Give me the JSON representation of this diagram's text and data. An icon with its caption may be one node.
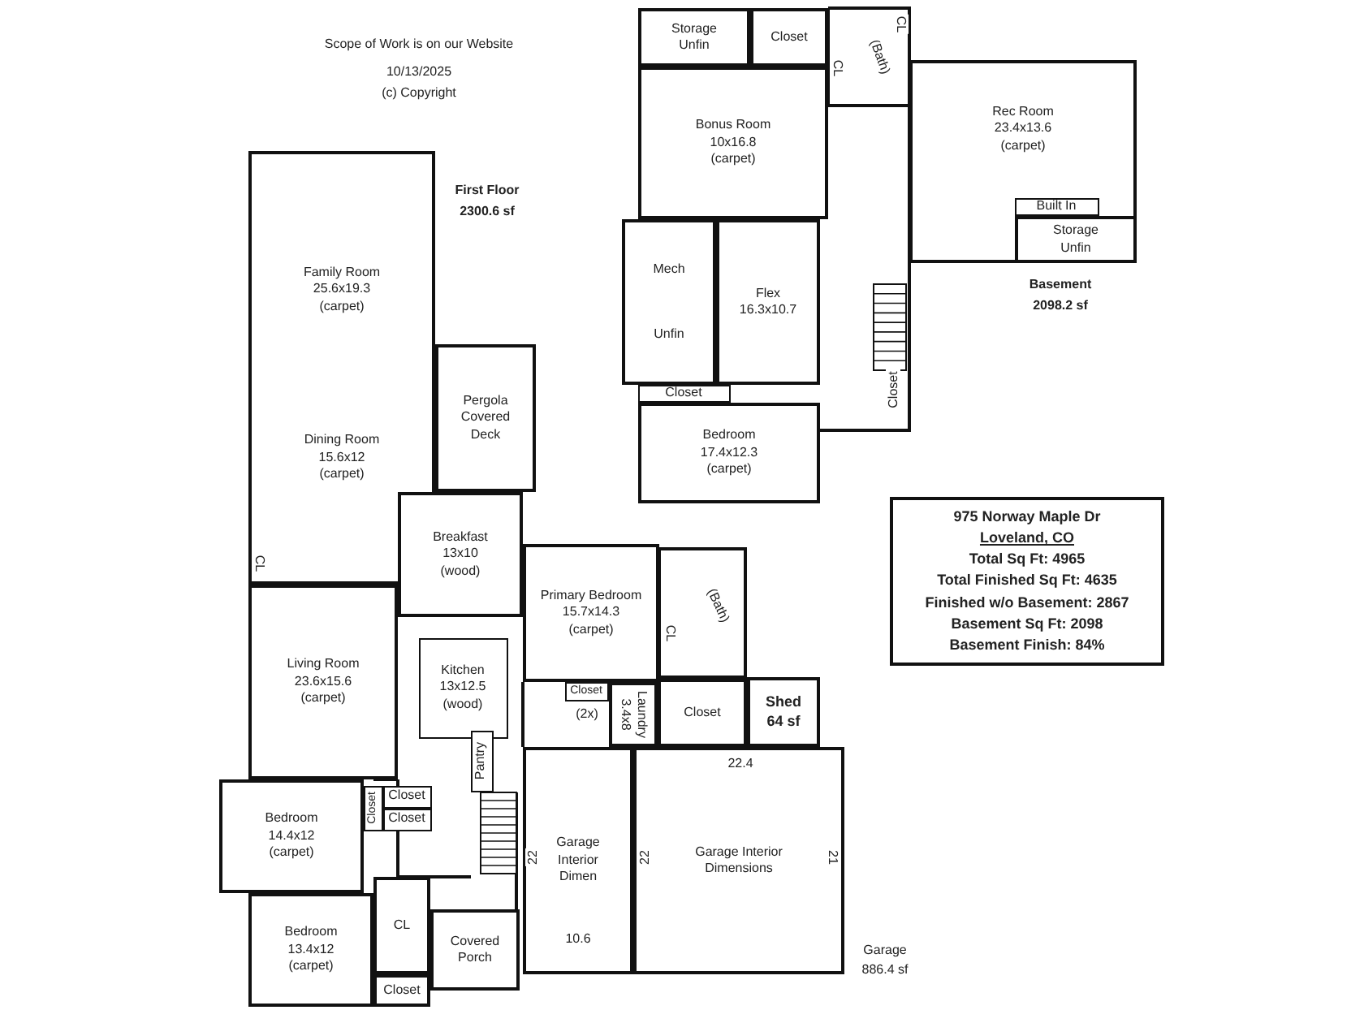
{
  "diagram": {
    "nodes": [
      {
        "text": [
          "Storage Unfin"
        ]
      },
      {
        "text": [
          "Closet"
        ]
      },
      {
        "text": [
          "Bonus Room",
          "10x16.8",
          "(carpet)"
        ]
      },
      {
        "text": [
          "Rec Room",
          "23.4x13.6",
          "(carpet)"
        ]
      },
      {
        "text": [
          "Built In"
        ],
        "in": 3
      },
      {
        "text": [
          "Storage Unfin"
        ],
        "in": 3
      },
      {
        "text": [
          "Mech",
          "Unfin"
        ]
      },
      {
        "text": [
          "Flex",
          "16.3x10.7"
        ]
      },
      {
        "text": [
          "Closet"
        ]
      },
      {
        "text": [
          "Bedroom",
          "17.4x12.3",
          "(carpet)"
        ]
      },
      {
        "text": [
          "Family Room",
          "25.6x19.3",
          "(carpet)",
          "Dining Room",
          "15.6x12",
          "(carpet)"
        ]
      },
      {
        "text": [
          "Pergola Covered Deck"
        ]
      },
      {
        "text": [
          "Breakfast",
          "13x10",
          "(wood)"
        ]
      },
      {
        "text": [
          "Living Room",
          "23.6x15.6",
          "(carpet)"
        ]
      },
      {
        "text": [
          "Kitchen",
          "13x12.5",
          "(wood)"
        ]
      },
      {
        "text": [
          "Primary Bedroom",
          "15.7x14.3",
          "(carpet)"
        ]
      },
      {
        "text": [
          "(Bath)"
        ]
      },
      {
        "text": [
          "Closet"
        ],
        "beside": [
          "(2x)"
        ]
      },
      {
        "text": [
          "Laundry",
          "3.4x8"
        ]
      },
      {
        "text": [
          "Closet"
        ]
      },
      {
        "text": [
          "Shed",
          "64 sf"
        ]
      },
      {
        "text": [
          "Pantry"
        ]
      },
      {
        "text": [
          "Garage Interior Dimen"
        ]
      },
      {
        "text": [
          "Garage Interior Dimensions"
        ]
      },
      {
        "text": [
          "Bedroom",
          "14.4x12",
          "(carpet)"
        ]
      },
      {
        "text": [
          "Closet"
        ]
      },
      {
        "text": [
          "Closet"
        ]
      },
      {
        "text": [
          "Closet"
        ]
      },
      {
        "text": [
          "Bedroom",
          "13.4x12",
          "(carpet)"
        ]
      },
      {
        "text": [
          "CL"
        ]
      },
      {
        "text": [
          "Closet"
        ]
      },
      {
        "text": [
          "Covered Porch"
        ]
      },
      {
        "text": [
          "975 Norway Maple Dr",
          "Loveland, CO",
          "Total Sq Ft: 4965",
          "Total Finished Sq Ft: 4635",
          "Finished w/o Basement: 2867",
          "Basement Sq Ft: 2098",
          "Basement Finish: 84%"
        ]
      }
    ],
    "labels": [
      "Scope of Work is on our Website",
      "10/13/2025",
      "(c) Copyright",
      "First Floor",
      "2300.6 sf",
      "CL",
      "(Bath)",
      "CL",
      "Closet",
      "Basement",
      "2098.2 sf",
      "CL",
      "CL",
      "22.4",
      "22",
      "22",
      "21",
      "10.6",
      "Garage",
      "886.4 sf"
    ]
  }
}
